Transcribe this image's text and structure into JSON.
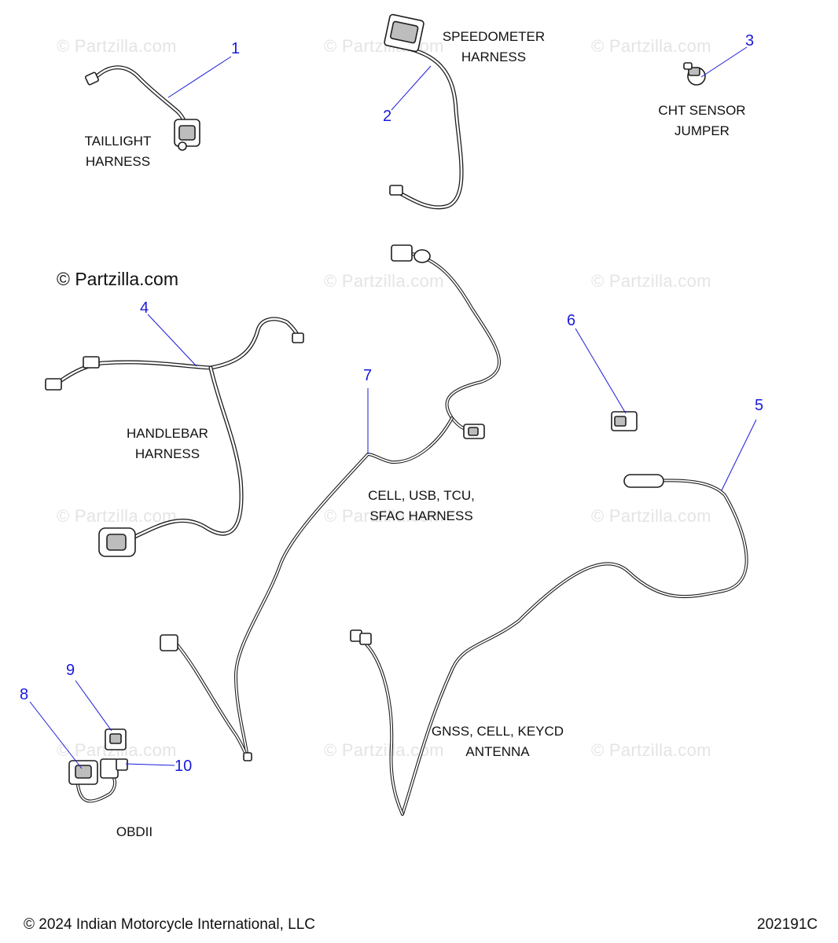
{
  "watermark_text": "© Partzilla.com",
  "main_watermark": "© Partzilla.com",
  "parts": {
    "taillight_harness": {
      "callout": "1",
      "label_1": "TAILLIGHT",
      "label_2": "HARNESS"
    },
    "speedometer_harness": {
      "callout": "2",
      "label_1": "SPEEDOMETER",
      "label_2": "HARNESS"
    },
    "cht_sensor_jumper": {
      "callout": "3",
      "label_1": "CHT SENSOR",
      "label_2": "JUMPER"
    },
    "handlebar_harness": {
      "callout": "4",
      "label_1": "HANDLEBAR",
      "label_2": "HARNESS"
    },
    "gnss_antenna": {
      "callout": "5",
      "label_1": "GNSS, CELL, KEYCD",
      "label_2": "ANTENNA"
    },
    "clip": {
      "callout": "6"
    },
    "cell_usb_tcu_harness": {
      "callout": "7",
      "label_1": "CELL, USB, TCU,",
      "label_2": "SFAC HARNESS"
    },
    "obdii": {
      "callout_8": "8",
      "callout_9": "9",
      "callout_10": "10",
      "label": "OBDII"
    }
  },
  "footer": {
    "copyright": "© 2024 Indian Motorcycle International, LLC",
    "diagram_id": "202191C"
  }
}
